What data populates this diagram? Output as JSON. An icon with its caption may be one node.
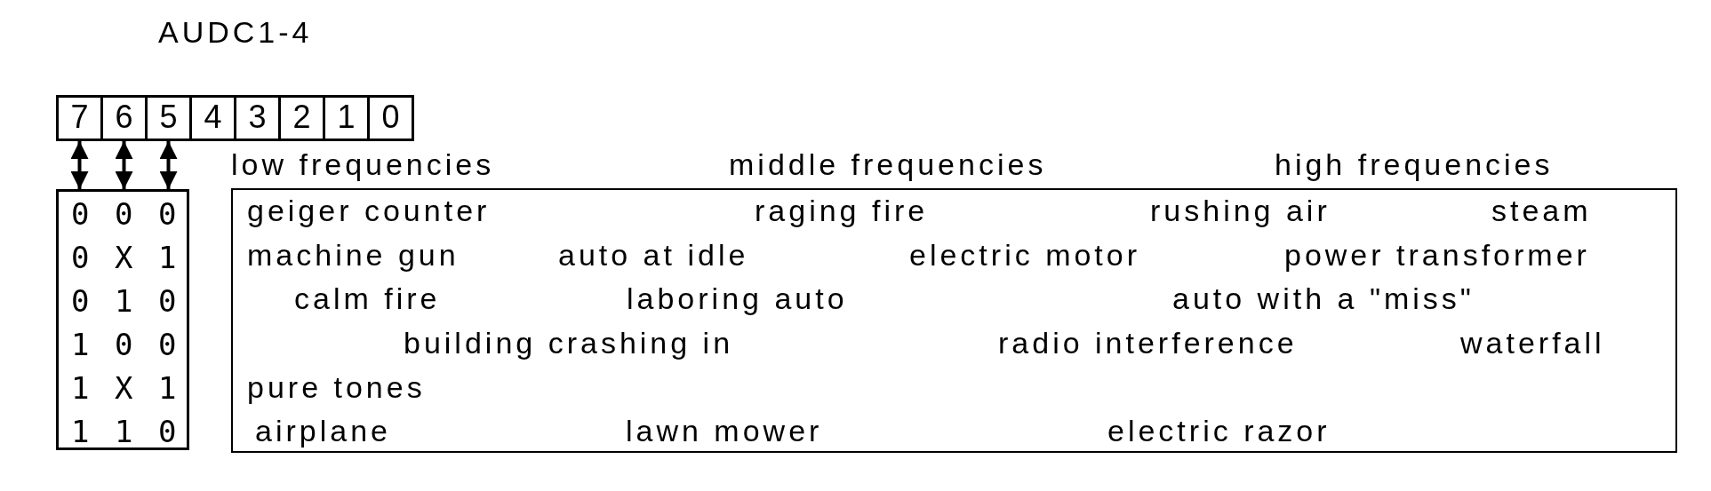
{
  "diagram": {
    "title": "AUDC1-4",
    "nodes": [
      {
        "text": [
          "7"
        ]
      },
      {
        "text": [
          "6"
        ]
      },
      {
        "text": [
          "5"
        ]
      },
      {
        "text": [
          "4"
        ]
      },
      {
        "text": [
          "3"
        ]
      },
      {
        "text": [
          "2"
        ]
      },
      {
        "text": [
          "1"
        ]
      },
      {
        "text": [
          "0"
        ]
      },
      {
        "text": [
          "0 0 0",
          "0 X 1",
          "0 1 0",
          "1 0 0",
          "1 X 1",
          "1 1 0"
        ]
      },
      {
        "text": [
          "geiger counter",
          "raging fire",
          "rushing air",
          "steam",
          "machine gun",
          "auto at idle",
          "electric motor",
          "power transformer",
          "calm fire",
          "laboring auto",
          "auto with a \"miss\"",
          "building crashing in",
          "radio interference",
          "waterfall",
          "pure tones",
          "airplane",
          "lawn mower",
          "electric razor"
        ],
        "beside": [
          "low frequencies",
          "middle frequencies",
          "high frequencies"
        ]
      }
    ],
    "edges": [
      {
        "from": 0,
        "to": 8,
        "arrow": "both"
      },
      {
        "from": 1,
        "to": 8,
        "arrow": "both"
      },
      {
        "from": 2,
        "to": 8,
        "arrow": "both"
      }
    ]
  }
}
